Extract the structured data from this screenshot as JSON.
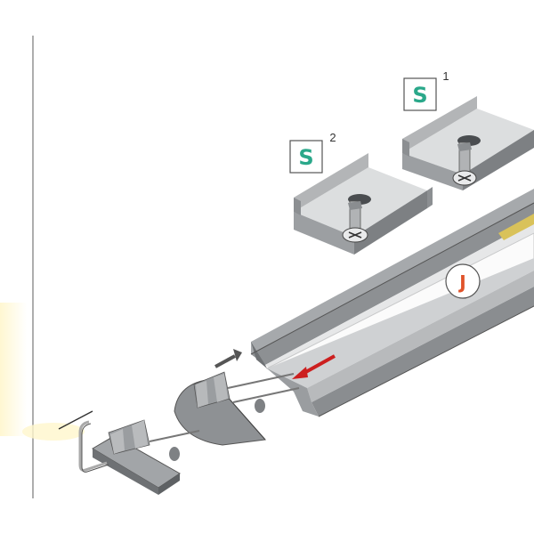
{
  "labels": {
    "clip1": {
      "letter": "S",
      "number": "1"
    },
    "clip2": {
      "letter": "S",
      "number": "2"
    },
    "diffuser": {
      "letter": "J"
    }
  },
  "colors": {
    "accent_green": "#2aa88a",
    "accent_orange": "#e0532a",
    "arrow_red": "#cc1f1f",
    "arrow_dark": "#555555",
    "metal": "#a9acaf",
    "metal_dark": "#6e7174",
    "metal_light": "#d4d6d8",
    "line": "#333333"
  },
  "icons": [
    "screw-icon",
    "push-arrow-icon",
    "insert-arrow-icon"
  ]
}
